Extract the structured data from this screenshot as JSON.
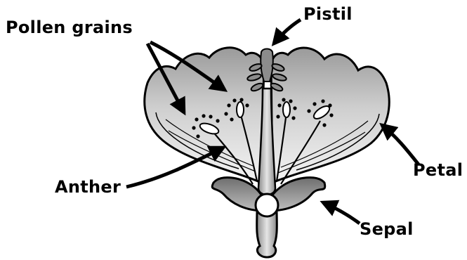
{
  "labels": {
    "pollen": "Pollen grains",
    "pistil": "Pistil",
    "anther": "Anther",
    "petal": "Petal",
    "sepal": "Sepal"
  },
  "colors": {
    "ink": "#000000",
    "petal_fill": "#c9c9c9",
    "petal_highlight": "#f2f2f2",
    "sepal_fill": "#8f8f8f",
    "background": "#ffffff"
  }
}
